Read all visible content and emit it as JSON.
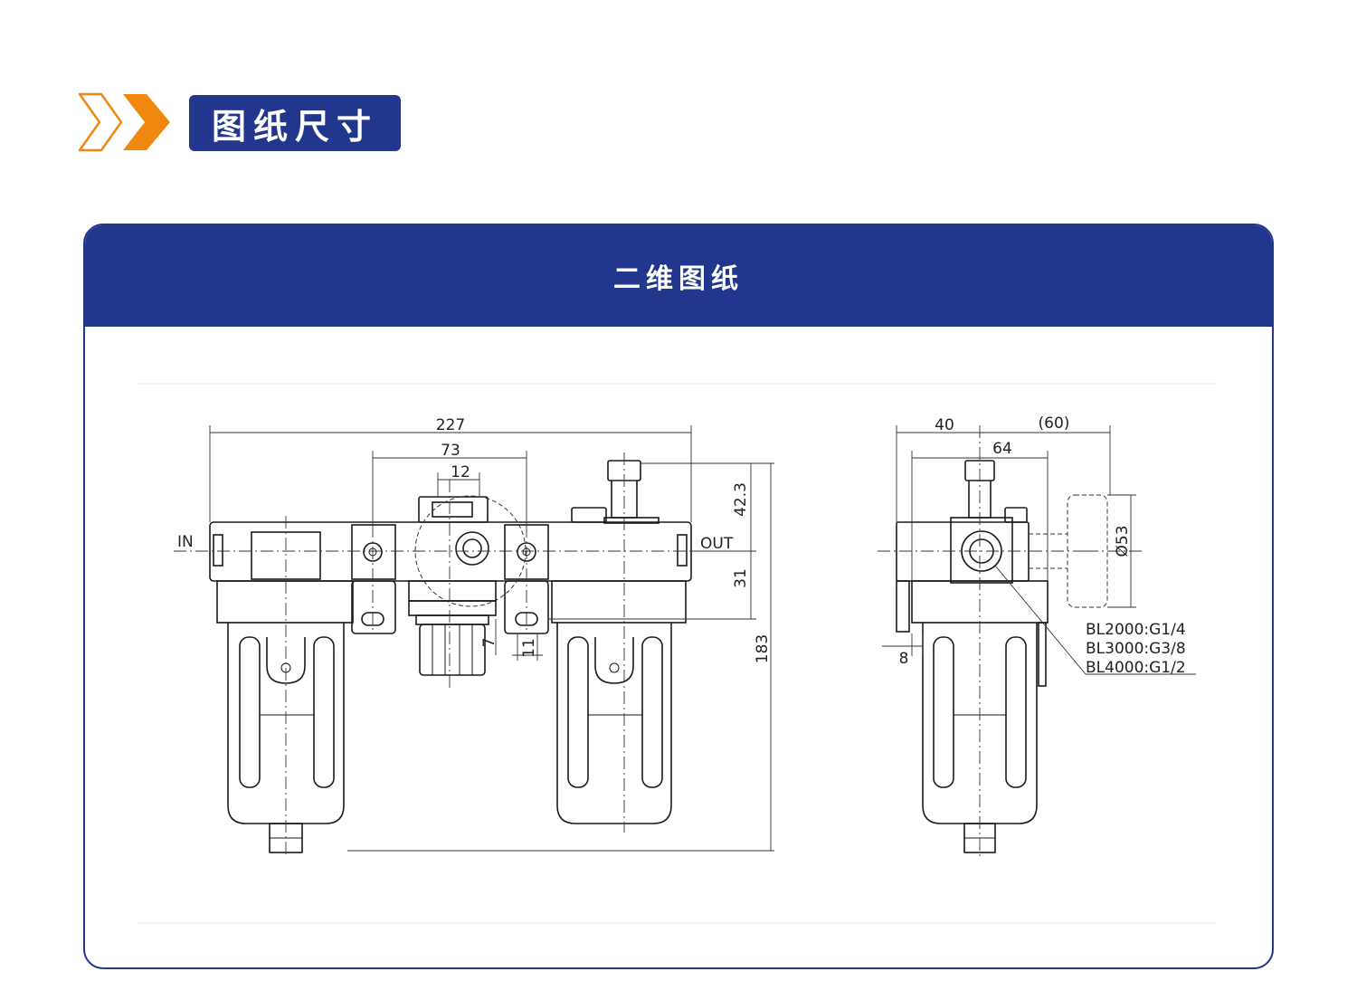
{
  "header": {
    "title": "图纸尺寸"
  },
  "card": {
    "title": "二维图纸"
  },
  "front_view": {
    "dims": {
      "overall_width": "227",
      "regulator_span": "73",
      "knob": "12",
      "top_height": "42.3",
      "port_to_bracket": "31",
      "overall_height": "183",
      "bracket_offset": "7",
      "bracket_slot": "11"
    },
    "labels": {
      "inlet": "IN",
      "outlet": "OUT"
    }
  },
  "side_view": {
    "dims": {
      "left_width": "40",
      "gauge_offset": "(60)",
      "body_width": "64",
      "gauge_diameter": "Ø53",
      "bracket_thickness": "8"
    },
    "port_sizes": [
      "BL2000:G1/4",
      "BL3000:G3/8",
      "BL4000:G1/2"
    ]
  },
  "colors": {
    "brand_blue": "#22368d",
    "accent_orange": "#f0880f"
  }
}
